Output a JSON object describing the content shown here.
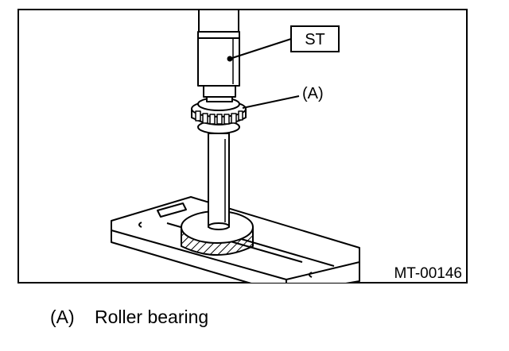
{
  "figure": {
    "callouts": {
      "special_tool": "ST",
      "bearing": "(A)"
    },
    "figure_id": "MT-00146"
  },
  "legend": [
    {
      "key": "(A)",
      "label": "Roller bearing"
    }
  ]
}
